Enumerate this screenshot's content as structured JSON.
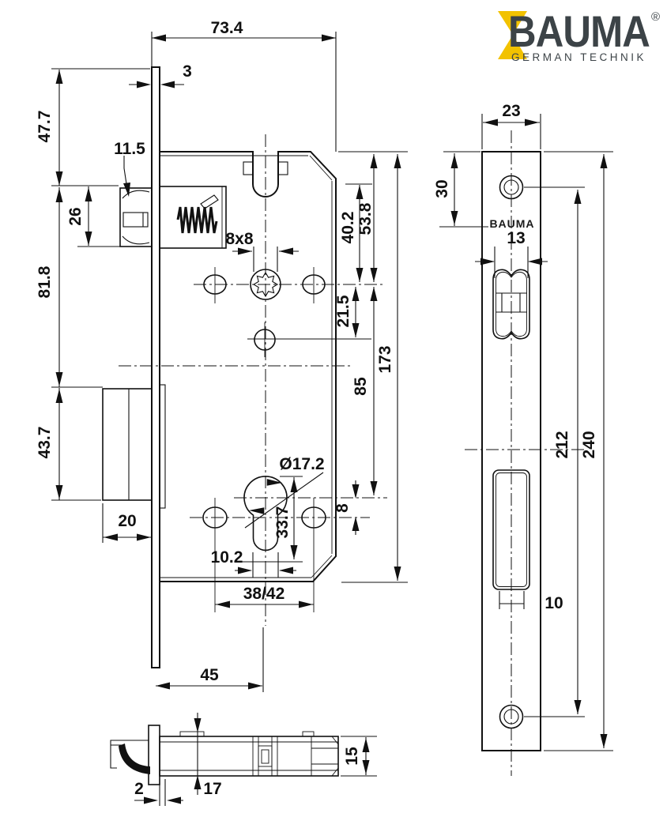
{
  "logo": {
    "brand": "BAUMA",
    "registered": "®",
    "tagline": "GERMAN TECHNIK"
  },
  "front": {
    "overall_width": "73.4",
    "plate_thickness": "3",
    "top_to_latch": "47.7",
    "latch_tip_offset": "11.5",
    "latch_height": "26",
    "latch_to_bolt": "81.8",
    "bolt_height": "43.7",
    "bolt_depth": "20",
    "spindle_square": "8x8",
    "notch_to_spindle": "40.2",
    "top_to_spindle": "53.8",
    "spindle_to_hole": "21.5",
    "spindle_to_cylinder": "85",
    "body_height": "173",
    "cylinder_diameter": "Ø17.2",
    "slot_width": "10.2",
    "profile_height": "33.7",
    "hole_centers": "38/42",
    "cylinder_to_hole": "8",
    "backset": "45"
  },
  "side": {
    "plate_offset": "2",
    "depth_to_body": "17",
    "body_thickness": "15"
  },
  "plate": {
    "width": "23",
    "top_to_hole": "30",
    "stamp": "BAUMA",
    "latch_cutout": "13",
    "bolt_cutout": "10",
    "hole_spacing": "212",
    "length": "240"
  }
}
